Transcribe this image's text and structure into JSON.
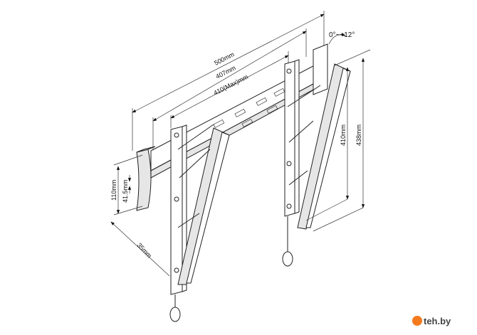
{
  "diagram": {
    "title": "Tilting TV wall mount dimension drawing",
    "dimensions": {
      "width_total": "500mm",
      "width_inner": "407mm",
      "width_max": "410(Max)mm",
      "tilt": "0°~+12°",
      "height_inner": "410mm",
      "height_total": "438mm",
      "plate_height": "110mm",
      "slot_height": "41.5mm",
      "wall_distance": "35mm"
    }
  },
  "watermark": {
    "text": "teh.by",
    "accent_color": "#f47a20"
  }
}
